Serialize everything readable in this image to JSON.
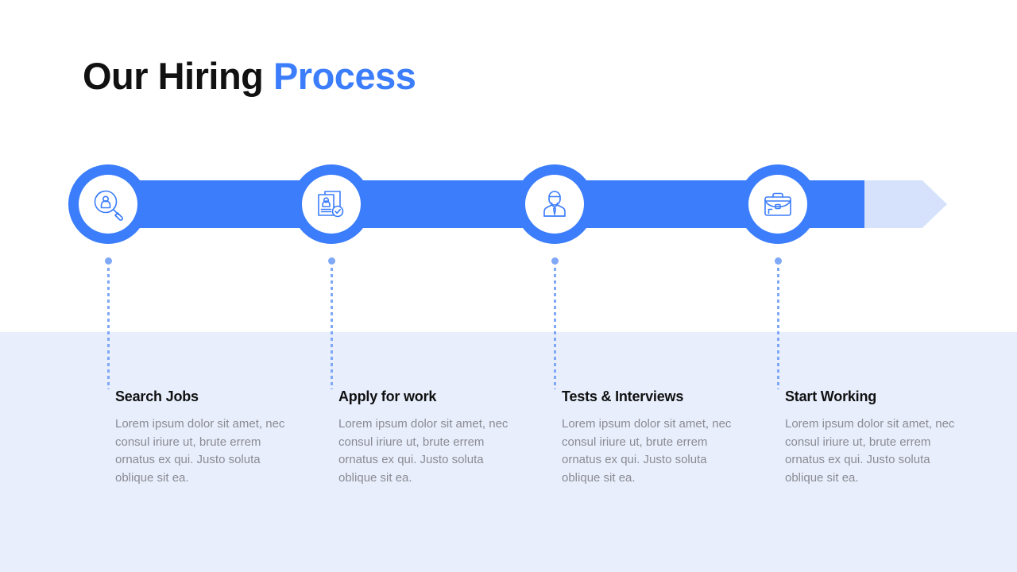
{
  "title": {
    "primary": "Our Hiring",
    "accent": "Process"
  },
  "colors": {
    "accent_blue": "#3b7dfb",
    "ribbon_tail": "#d6e2fb",
    "band_background": "#e8eefc",
    "connector_dot": "#7fa8f7",
    "heading_text": "#111111",
    "body_text": "#8b8b92"
  },
  "steps": [
    {
      "index": "1",
      "icon": "person-search-icon",
      "heading": "Search Jobs",
      "body": "Lorem ipsum dolor sit amet, nec consul iriure ut, brute errem ornatus ex qui. Justo soluta oblique sit ea."
    },
    {
      "index": "2",
      "icon": "resume-check-icon",
      "heading": "Apply for work",
      "body": "Lorem ipsum dolor sit amet, nec consul iriure ut, brute errem ornatus ex qui. Justo soluta oblique sit ea."
    },
    {
      "index": "3",
      "icon": "businessperson-icon",
      "heading": "Tests & Interviews",
      "body": "Lorem ipsum dolor sit amet, nec consul iriure ut, brute errem ornatus ex qui. Justo soluta oblique sit ea."
    },
    {
      "index": "4",
      "icon": "briefcase-icon",
      "heading": "Start Working",
      "body": "Lorem ipsum dolor sit amet, nec consul iriure ut, brute errem ornatus ex qui. Justo soluta oblique sit ea."
    }
  ]
}
